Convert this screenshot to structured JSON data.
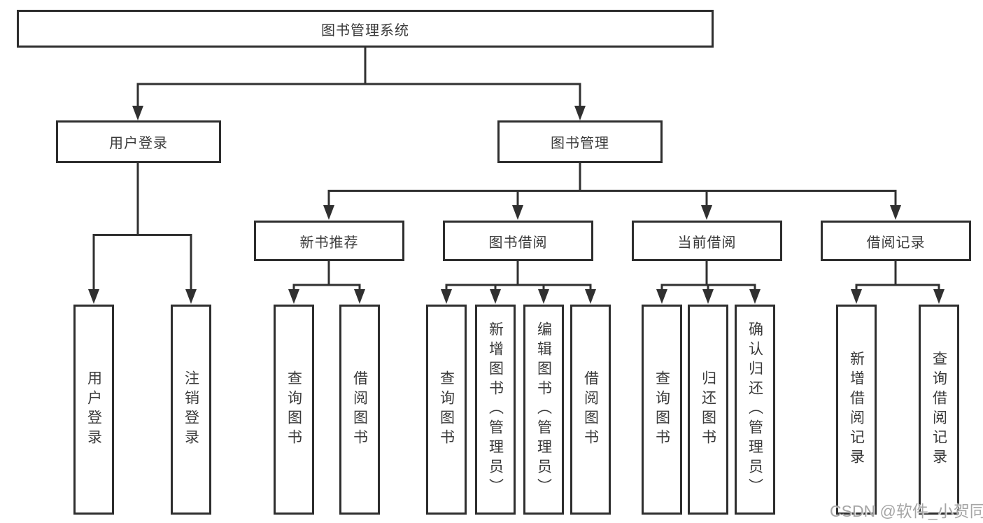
{
  "tree": {
    "root": {
      "label": "图书管理系统"
    },
    "branches": [
      {
        "label": "用户登录",
        "children": [
          {
            "label": "用户登录"
          },
          {
            "label": "注销登录"
          }
        ]
      },
      {
        "label": "图书管理",
        "children": [
          {
            "label": "新书推荐",
            "children": [
              {
                "label": "查询图书"
              },
              {
                "label": "借阅图书"
              }
            ]
          },
          {
            "label": "图书借阅",
            "children": [
              {
                "label": "查询图书"
              },
              {
                "label": "新增图书（管理员）"
              },
              {
                "label": "编辑图书（管理员）"
              },
              {
                "label": "借阅图书"
              }
            ]
          },
          {
            "label": "当前借阅",
            "children": [
              {
                "label": "查询图书"
              },
              {
                "label": "归还图书"
              },
              {
                "label": "确认归还（管理员）"
              }
            ]
          },
          {
            "label": "借阅记录",
            "children": [
              {
                "label": "新增借阅记录"
              },
              {
                "label": "查询借阅记录"
              }
            ]
          }
        ]
      }
    ]
  },
  "watermark": {
    "text": "CSDN @软件_小贺同学"
  },
  "colors": {
    "line": "#303030",
    "box_border": "#2e2e2e",
    "text": "#3a3a3a",
    "watermark": "#a6a6a6",
    "background": "#ffffff"
  }
}
